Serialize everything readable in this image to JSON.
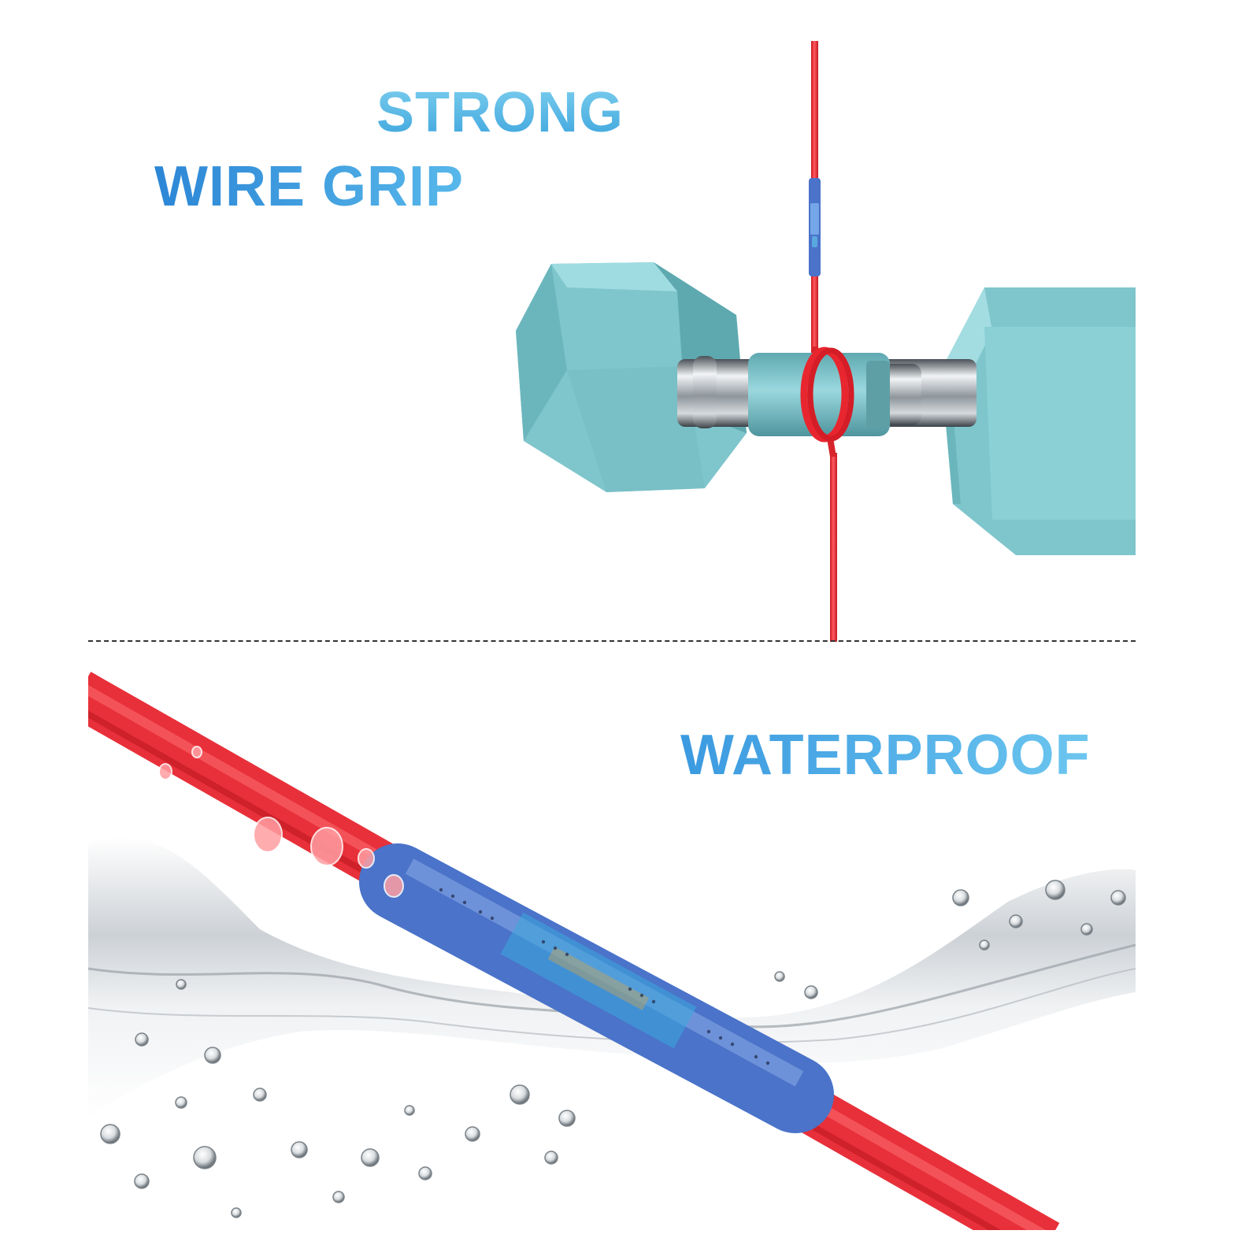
{
  "headlines": {
    "strong": "STRONG",
    "wire_grip": "WIRE GRIP",
    "waterproof": "WATERPROOF"
  },
  "colors": {
    "headline_blue": "#3aa3dd",
    "wire_red": "#e8303a",
    "connector_blue": "#4a73c9",
    "dumbbell_teal": "#86cdd3",
    "divider": "#333333"
  },
  "icons": {
    "dumbbell": "dumbbell-illustration",
    "water": "water-splash-illustration"
  }
}
